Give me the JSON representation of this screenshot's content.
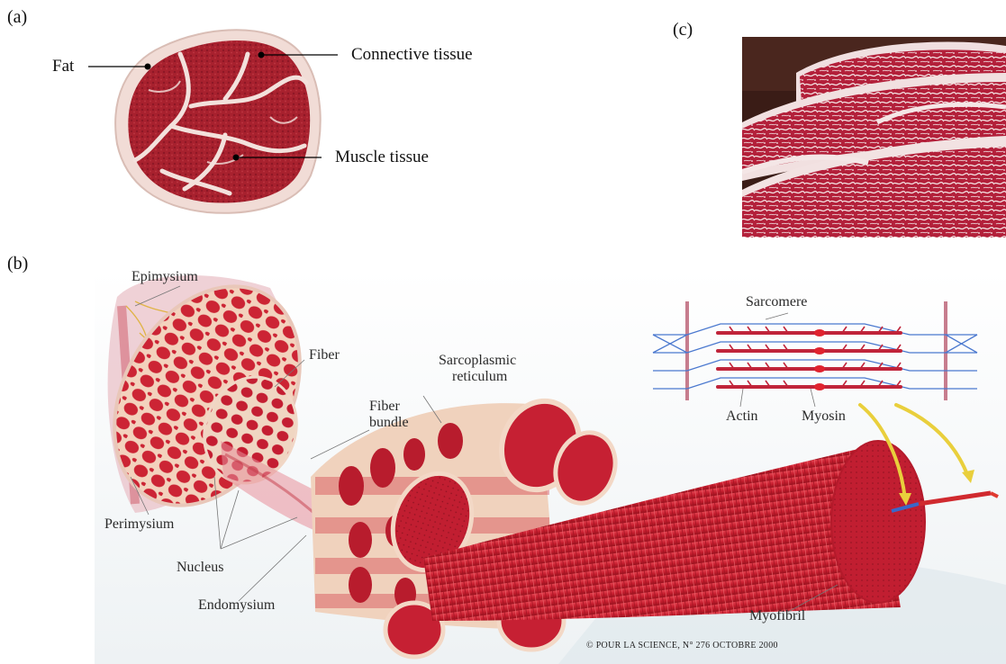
{
  "panels": {
    "a": "(a)",
    "b": "(b)",
    "c": "(c)"
  },
  "panel_a": {
    "labels": {
      "fat": "Fat",
      "connective": "Connective tissue",
      "muscle": "Muscle tissue"
    },
    "colors": {
      "meat": "#a8212e",
      "fat": "#f1dcd6"
    }
  },
  "panel_b": {
    "labels": {
      "epimysium": "Epimysium",
      "fiber": "Fiber",
      "sarcoplasmic_1": "Sarcoplasmic",
      "sarcoplasmic_2": "reticulum",
      "fiber_bundle_1": "Fiber",
      "fiber_bundle_2": "bundle",
      "sarcomere": "Sarcomere",
      "actin": "Actin",
      "myosin": "Myosin",
      "perimysium": "Perimysium",
      "nucleus": "Nucleus",
      "endomysium": "Endomysium",
      "myofibril": "Myofibril"
    },
    "copyright": "© POUR LA SCIENCE, N° 276 OCTOBRE 2000",
    "colors": {
      "muscle": "#d3273a",
      "sheath": "#f3d9c4",
      "actin": "#c0243a",
      "myosin_line": "#3f6fc6"
    }
  },
  "panel_c": {
    "colors": {
      "meat": "#b3203a",
      "marbling": "#f4e4e4"
    }
  }
}
